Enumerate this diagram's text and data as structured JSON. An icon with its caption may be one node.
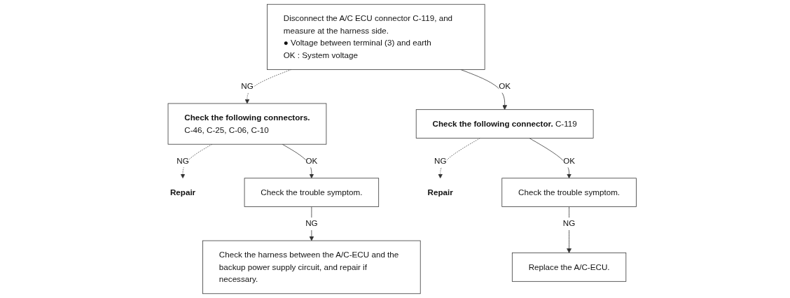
{
  "diagram": {
    "nodes": [
      {
        "text": [
          "Disconnect the A/C ECU connector C-119, and measure at the harness side.",
          "● Voltage between terminal (3) and earth",
          "OK : System voltage"
        ]
      },
      {
        "text": [
          "Check the following connectors.",
          "C-46, C-25, C-06, C-10"
        ]
      },
      {
        "text": [
          "Repair"
        ]
      },
      {
        "text": [
          "Check the following connector.",
          "C-119"
        ]
      },
      {
        "text": [
          "Repair"
        ]
      },
      {
        "text": [
          "Check the trouble symptom."
        ]
      },
      {
        "text": [
          "Replace the A/C-ECU."
        ]
      },
      {
        "text": [
          "Check the trouble symptom."
        ]
      },
      {
        "text": [
          "Check the harness between the A/C-ECU and the backup power supply circuit, and repair if necessary."
        ]
      }
    ],
    "edges": [
      {
        "from": 0,
        "to": 1,
        "arrow": "to",
        "label": "NG",
        "style": "dashed"
      },
      {
        "from": 1,
        "to": 2,
        "arrow": "to",
        "label": "NG",
        "style": "dashed"
      },
      {
        "from": 0,
        "to": 3,
        "arrow": "to",
        "label": "OK"
      },
      {
        "from": 3,
        "to": 4,
        "arrow": "to",
        "label": "NG",
        "style": "dashed"
      },
      {
        "from": 3,
        "to": 5,
        "arrow": "to",
        "label": "OK"
      },
      {
        "from": 5,
        "to": 6,
        "arrow": "to",
        "label": "NG"
      },
      {
        "from": 1,
        "to": 7,
        "arrow": "to",
        "label": "OK"
      },
      {
        "from": 7,
        "to": 8,
        "arrow": "to",
        "label": "NG"
      }
    ]
  }
}
